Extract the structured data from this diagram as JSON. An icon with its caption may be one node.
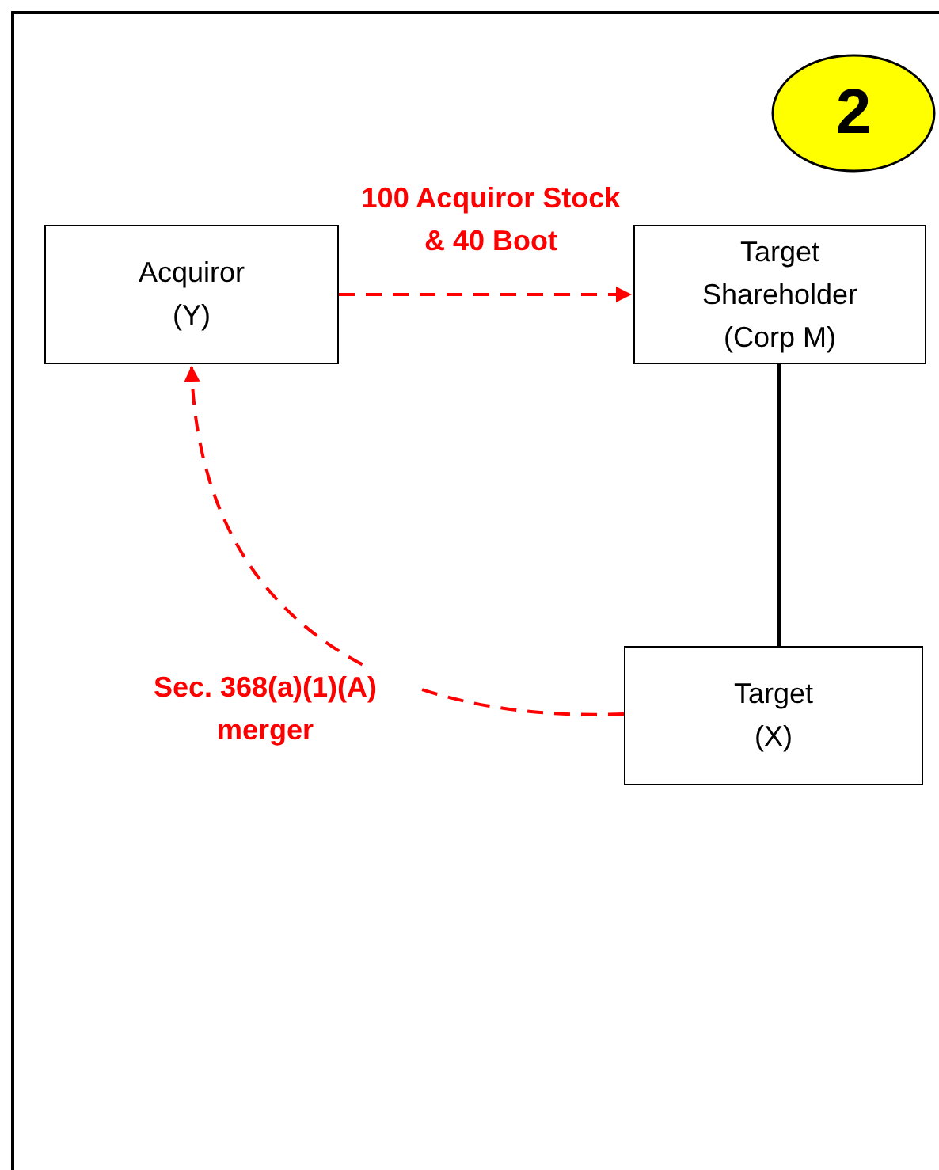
{
  "diagram": {
    "nodes": [
      {
        "text": [
          "2"
        ]
      },
      {
        "text": [
          "Acquiror (Y)"
        ]
      },
      {
        "text": [
          "Target Shareholder (Corp M)"
        ]
      },
      {
        "text": [
          "Target (X)"
        ]
      }
    ],
    "edges": [
      {
        "from": 1,
        "to": 2,
        "arrow": "to",
        "label": "100 Acquiror Stock & 40 Boot",
        "style": "dashed",
        "color": "#ff0000"
      },
      {
        "from": 2,
        "to": 3,
        "arrow": "none",
        "color": "#000000"
      },
      {
        "from": 3,
        "to": 1,
        "arrow": "to",
        "label": "Sec. 368(a)(1)(A) merger",
        "style": "dashed",
        "color": "#ff0000"
      }
    ]
  }
}
